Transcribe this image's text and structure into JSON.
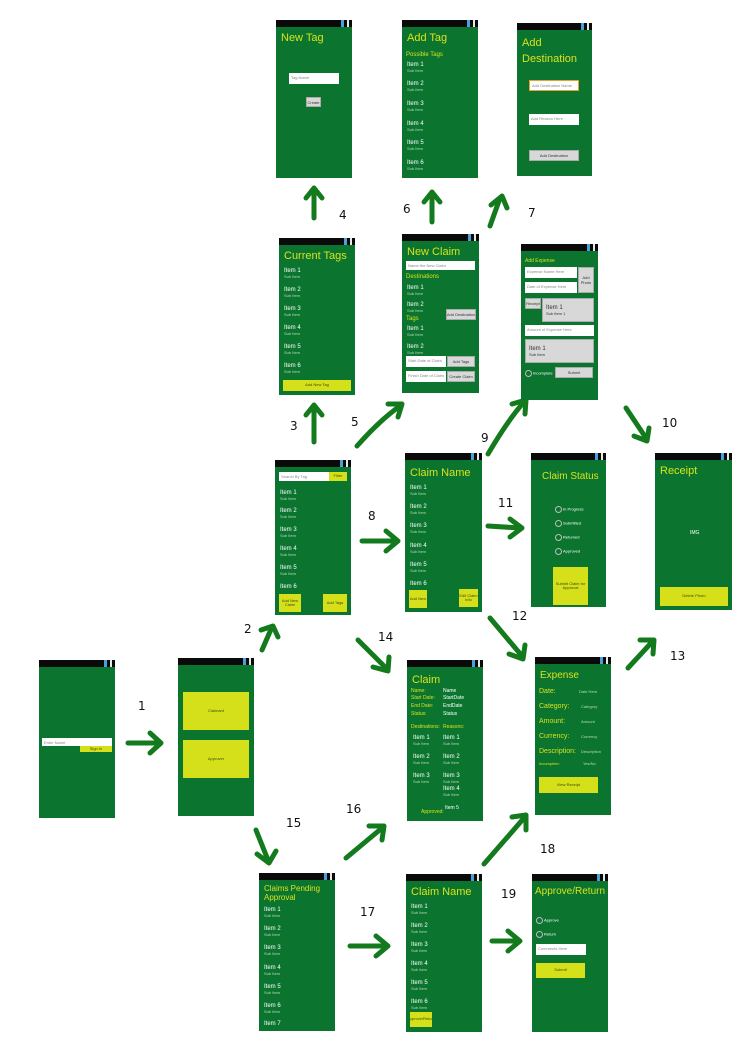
{
  "labels": [
    "1",
    "2",
    "3",
    "4",
    "5",
    "6",
    "7",
    "8",
    "9",
    "10",
    "11",
    "12",
    "13",
    "14",
    "15",
    "16",
    "17",
    "18",
    "19"
  ],
  "login": {
    "input": "Enter Name",
    "button": "Sign In"
  },
  "menu": {
    "btn1": "Claimant",
    "btn2": "Approver"
  },
  "claims_list": {
    "search": "Search By Tag",
    "search_btn": "Filter",
    "items": [
      "Item 1",
      "Item 2",
      "Item 3",
      "Item 4",
      "Item 5",
      "Item 6"
    ],
    "sub": "Sub Item",
    "btn_left": "Add New Claim",
    "btn_right": "Add Tags"
  },
  "current_tags": {
    "title": "Current Tags",
    "items": [
      "Item 1",
      "Item 2",
      "Item 3",
      "Item 4",
      "Item 5",
      "Item 6"
    ],
    "sub": "Sub Item",
    "btn": "Add New Tag"
  },
  "new_tag": {
    "title": "New Tag",
    "input": "Tag Name",
    "btn": "Create"
  },
  "add_tag": {
    "title": "Add Tag",
    "subtitle": "Possible Tags",
    "items": [
      "Item 1",
      "Item 2",
      "Item 3",
      "Item 4",
      "Item 5",
      "Item 6"
    ],
    "sub": "Sub Item"
  },
  "add_dest": {
    "title1": "Add",
    "title2": "Destination",
    "input1": "Add Destination Name",
    "input2": "Add Reason Here",
    "btn": "Add Destination"
  },
  "new_claim": {
    "title": "New Claim",
    "name_input": "Name the New Claim",
    "dest_label": "Destinations",
    "dest_items": [
      "Item 1",
      "Item 2"
    ],
    "dest_btn": "Add Destination",
    "tags_label": "Tags",
    "tag_items": [
      "Item 1",
      "Item 2"
    ],
    "start_input": "Start Date of Claim",
    "start_btn": "Add Tags",
    "end_input": "Finish Date of Claim",
    "end_btn": "Create Claim",
    "sub": "Sub Item"
  },
  "add_expense": {
    "title": "Add Expense",
    "desc_input": "Expense Name Here",
    "add_photo": "Add Photo",
    "date_input": "Date of Expense Here",
    "receipt_btn": "Receipt",
    "item1": "Item 1",
    "sub1": "Sub Item 1",
    "amount_input": "Amount of Expense Here",
    "item2": "Item 1",
    "sub2": "Sub Item",
    "incomplete": "Incomplete",
    "submit": "Submit"
  },
  "receipt": {
    "title": "Receipt",
    "img": "IMG",
    "btn": "Delete Photo"
  },
  "claim_name_a": {
    "title": "Claim Name",
    "items": [
      "Item 1",
      "Item 2",
      "Item 3",
      "Item 4",
      "Item 5",
      "Item 6"
    ],
    "sub": "Sub Item",
    "btn_left": "Add New",
    "btn_right": "Edit Claim Info"
  },
  "claim_status": {
    "title": "Claim Status",
    "options": [
      "In Progress",
      "Submitted",
      "Returned",
      "Approved"
    ],
    "btn": "Submit Claim for Approval"
  },
  "claim": {
    "title": "Claim",
    "left": [
      "Name:",
      "Start Date:",
      "End Date:",
      "Status:"
    ],
    "right": [
      "Name",
      "StartDate",
      "EndDate",
      "Status"
    ],
    "dest_l": "Destinations:",
    "dest_r": "Reasons:",
    "items_l": [
      "Item 1",
      "Item 2",
      "Item 3"
    ],
    "items_r": [
      "Item 1",
      "Item 2",
      "Item 3",
      "Item 4"
    ],
    "approved": "Approved:",
    "approved_item": "Item 5",
    "sub": "Sub Item"
  },
  "expense": {
    "title": "Expense",
    "fields": [
      "Date:",
      "Category:",
      "Amount:",
      "Currency:",
      "Description:",
      "Incomplete:"
    ],
    "values": [
      "Date Here",
      "Category",
      "Amount",
      "Currency",
      "Description",
      "Yes/No"
    ],
    "btn": "View Receipt"
  },
  "pending": {
    "title1": "Claims Pending",
    "title2": "Approval",
    "items": [
      "Item 1",
      "Item 2",
      "Item 3",
      "Item 4",
      "Item 5",
      "Item 6",
      "Item 7"
    ],
    "sub": "Sub Item"
  },
  "claim_name_b": {
    "title": "Claim Name",
    "items": [
      "Item 1",
      "Item 2",
      "Item 3",
      "Item 4",
      "Item 5",
      "Item 6"
    ],
    "sub": "Sub Item",
    "btn": "Approve/Return"
  },
  "approve": {
    "title": "Approve/Return",
    "options": [
      "Approve",
      "Return"
    ],
    "input": "Comments Here",
    "btn": "Submit"
  }
}
